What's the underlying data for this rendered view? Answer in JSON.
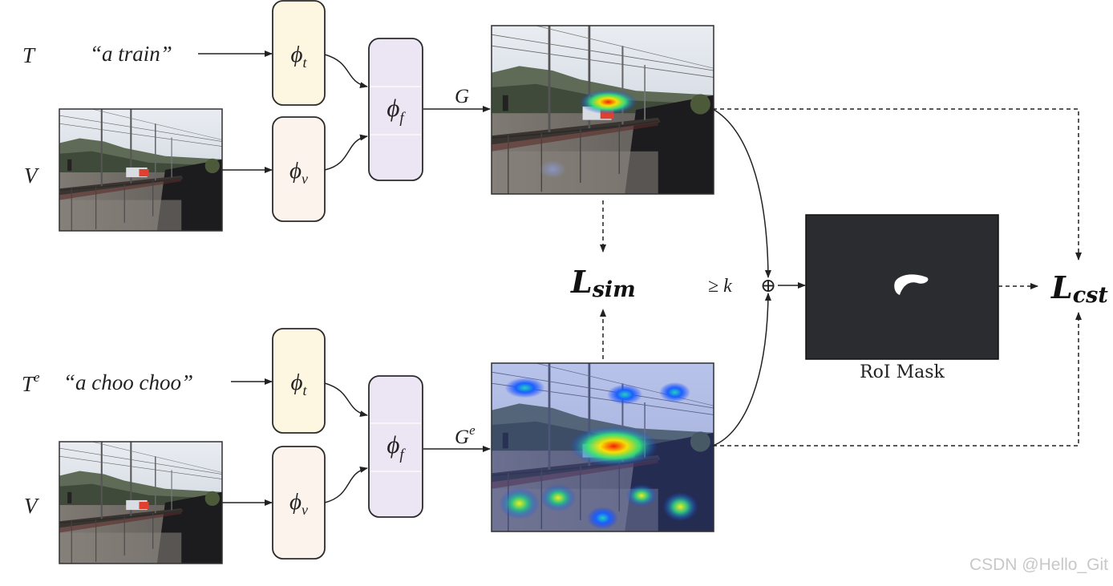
{
  "rows": {
    "top": {
      "text_symbol": "T",
      "text_prompt": "“a train”",
      "visual_symbol": "V",
      "gradcam_symbol": "G"
    },
    "bottom": {
      "text_symbol": "T",
      "text_symbol_sup": "e",
      "text_prompt": "“a choo choo”",
      "visual_symbol": "V",
      "gradcam_symbol": "G",
      "gradcam_symbol_sup": "e"
    }
  },
  "encoders": {
    "text": {
      "symbol": "ϕ",
      "sub": "t",
      "color": "#fdf6e0"
    },
    "visual": {
      "symbol": "ϕ",
      "sub": "v",
      "color": "#fcf3ec"
    },
    "fusion": {
      "symbol": "ϕ",
      "sub": "f",
      "color": "#ece6f4"
    }
  },
  "losses": {
    "sim": {
      "symbol": "L",
      "sub": "sim"
    },
    "cst": {
      "symbol": "L",
      "sub": "cst"
    }
  },
  "threshold": {
    "label": "≥ k",
    "operator": "⊕"
  },
  "roi_mask": {
    "label": "RoI Mask"
  },
  "watermark": "CSDN @Hello_Git"
}
